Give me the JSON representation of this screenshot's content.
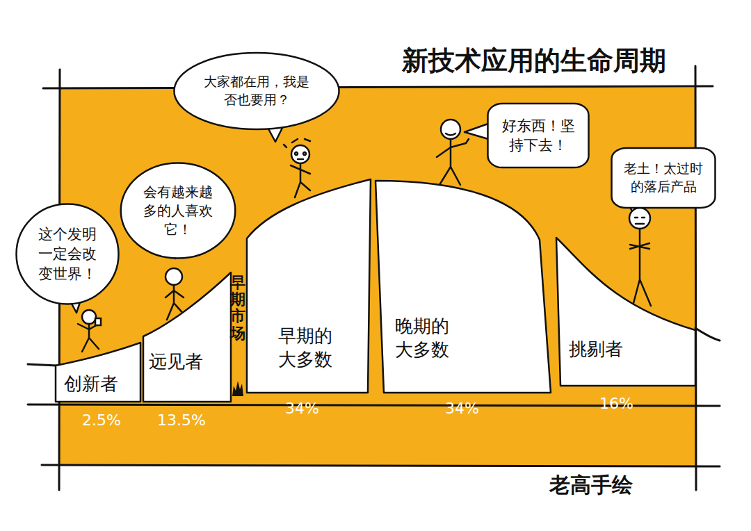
{
  "diagram": {
    "title": "新技术应用的生命周期",
    "caption": "老高手绘",
    "nodes": [
      {
        "text": [
          "创新者"
        ]
      },
      {
        "text": [
          "远见者"
        ]
      },
      {
        "text": [
          "早期的 大多数"
        ]
      },
      {
        "text": [
          "晚期的 大多数"
        ]
      },
      {
        "text": [
          "挑剔者"
        ]
      },
      {
        "text": [
          "这个发明一定会改变世界！"
        ]
      },
      {
        "text": [
          "会有越来越多的人喜欢它！"
        ]
      },
      {
        "text": [
          "大家都在用，我是否也要用？"
        ]
      },
      {
        "text": [
          "好东西！坚持下去！"
        ]
      },
      {
        "text": [
          "老土！太过时的落后产品"
        ]
      }
    ],
    "labels": [
      "早期市场",
      "2.5%",
      "13.5%",
      "34%",
      "34%",
      "16%"
    ]
  }
}
